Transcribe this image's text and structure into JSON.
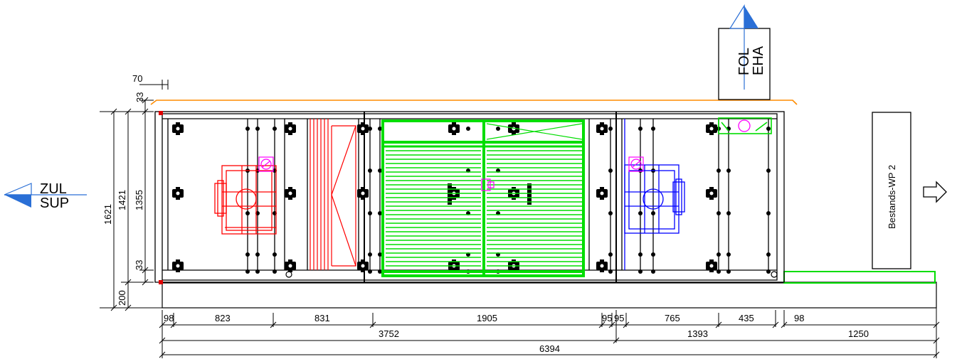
{
  "colors": {
    "casing": "#000000",
    "roof": "#ff8c00",
    "supply_fan": "#ff0000",
    "extract_fan": "#0000ff",
    "heat_recovery": "#00dd00",
    "motor": "#ff00ff",
    "arrow": "#2a6fd6"
  },
  "airflows": {
    "supply": {
      "line1": "ZUL",
      "line2": "SUP",
      "icon": "left-arrow-icon"
    },
    "exhaust": {
      "line1": "FOL",
      "line2": "EHA",
      "icon": "up-arrow-icon"
    },
    "outlet_icon": "hollow-right-arrow-icon"
  },
  "equipment_box": {
    "label": "Bestands-WP 2"
  },
  "dimensions": {
    "top_offset": "70",
    "roof_height": "33",
    "total_height": "1621",
    "unit_height": "1421",
    "inner_height": "1355",
    "bottom_frame": "33",
    "base_height": "200",
    "segments": [
      "98",
      "823",
      "831",
      "1905",
      "95",
      "95",
      "765",
      "435",
      "98"
    ],
    "subtotal_left": "3752",
    "subtotal_right": "1393",
    "extension": "1250",
    "total_length": "6394"
  }
}
